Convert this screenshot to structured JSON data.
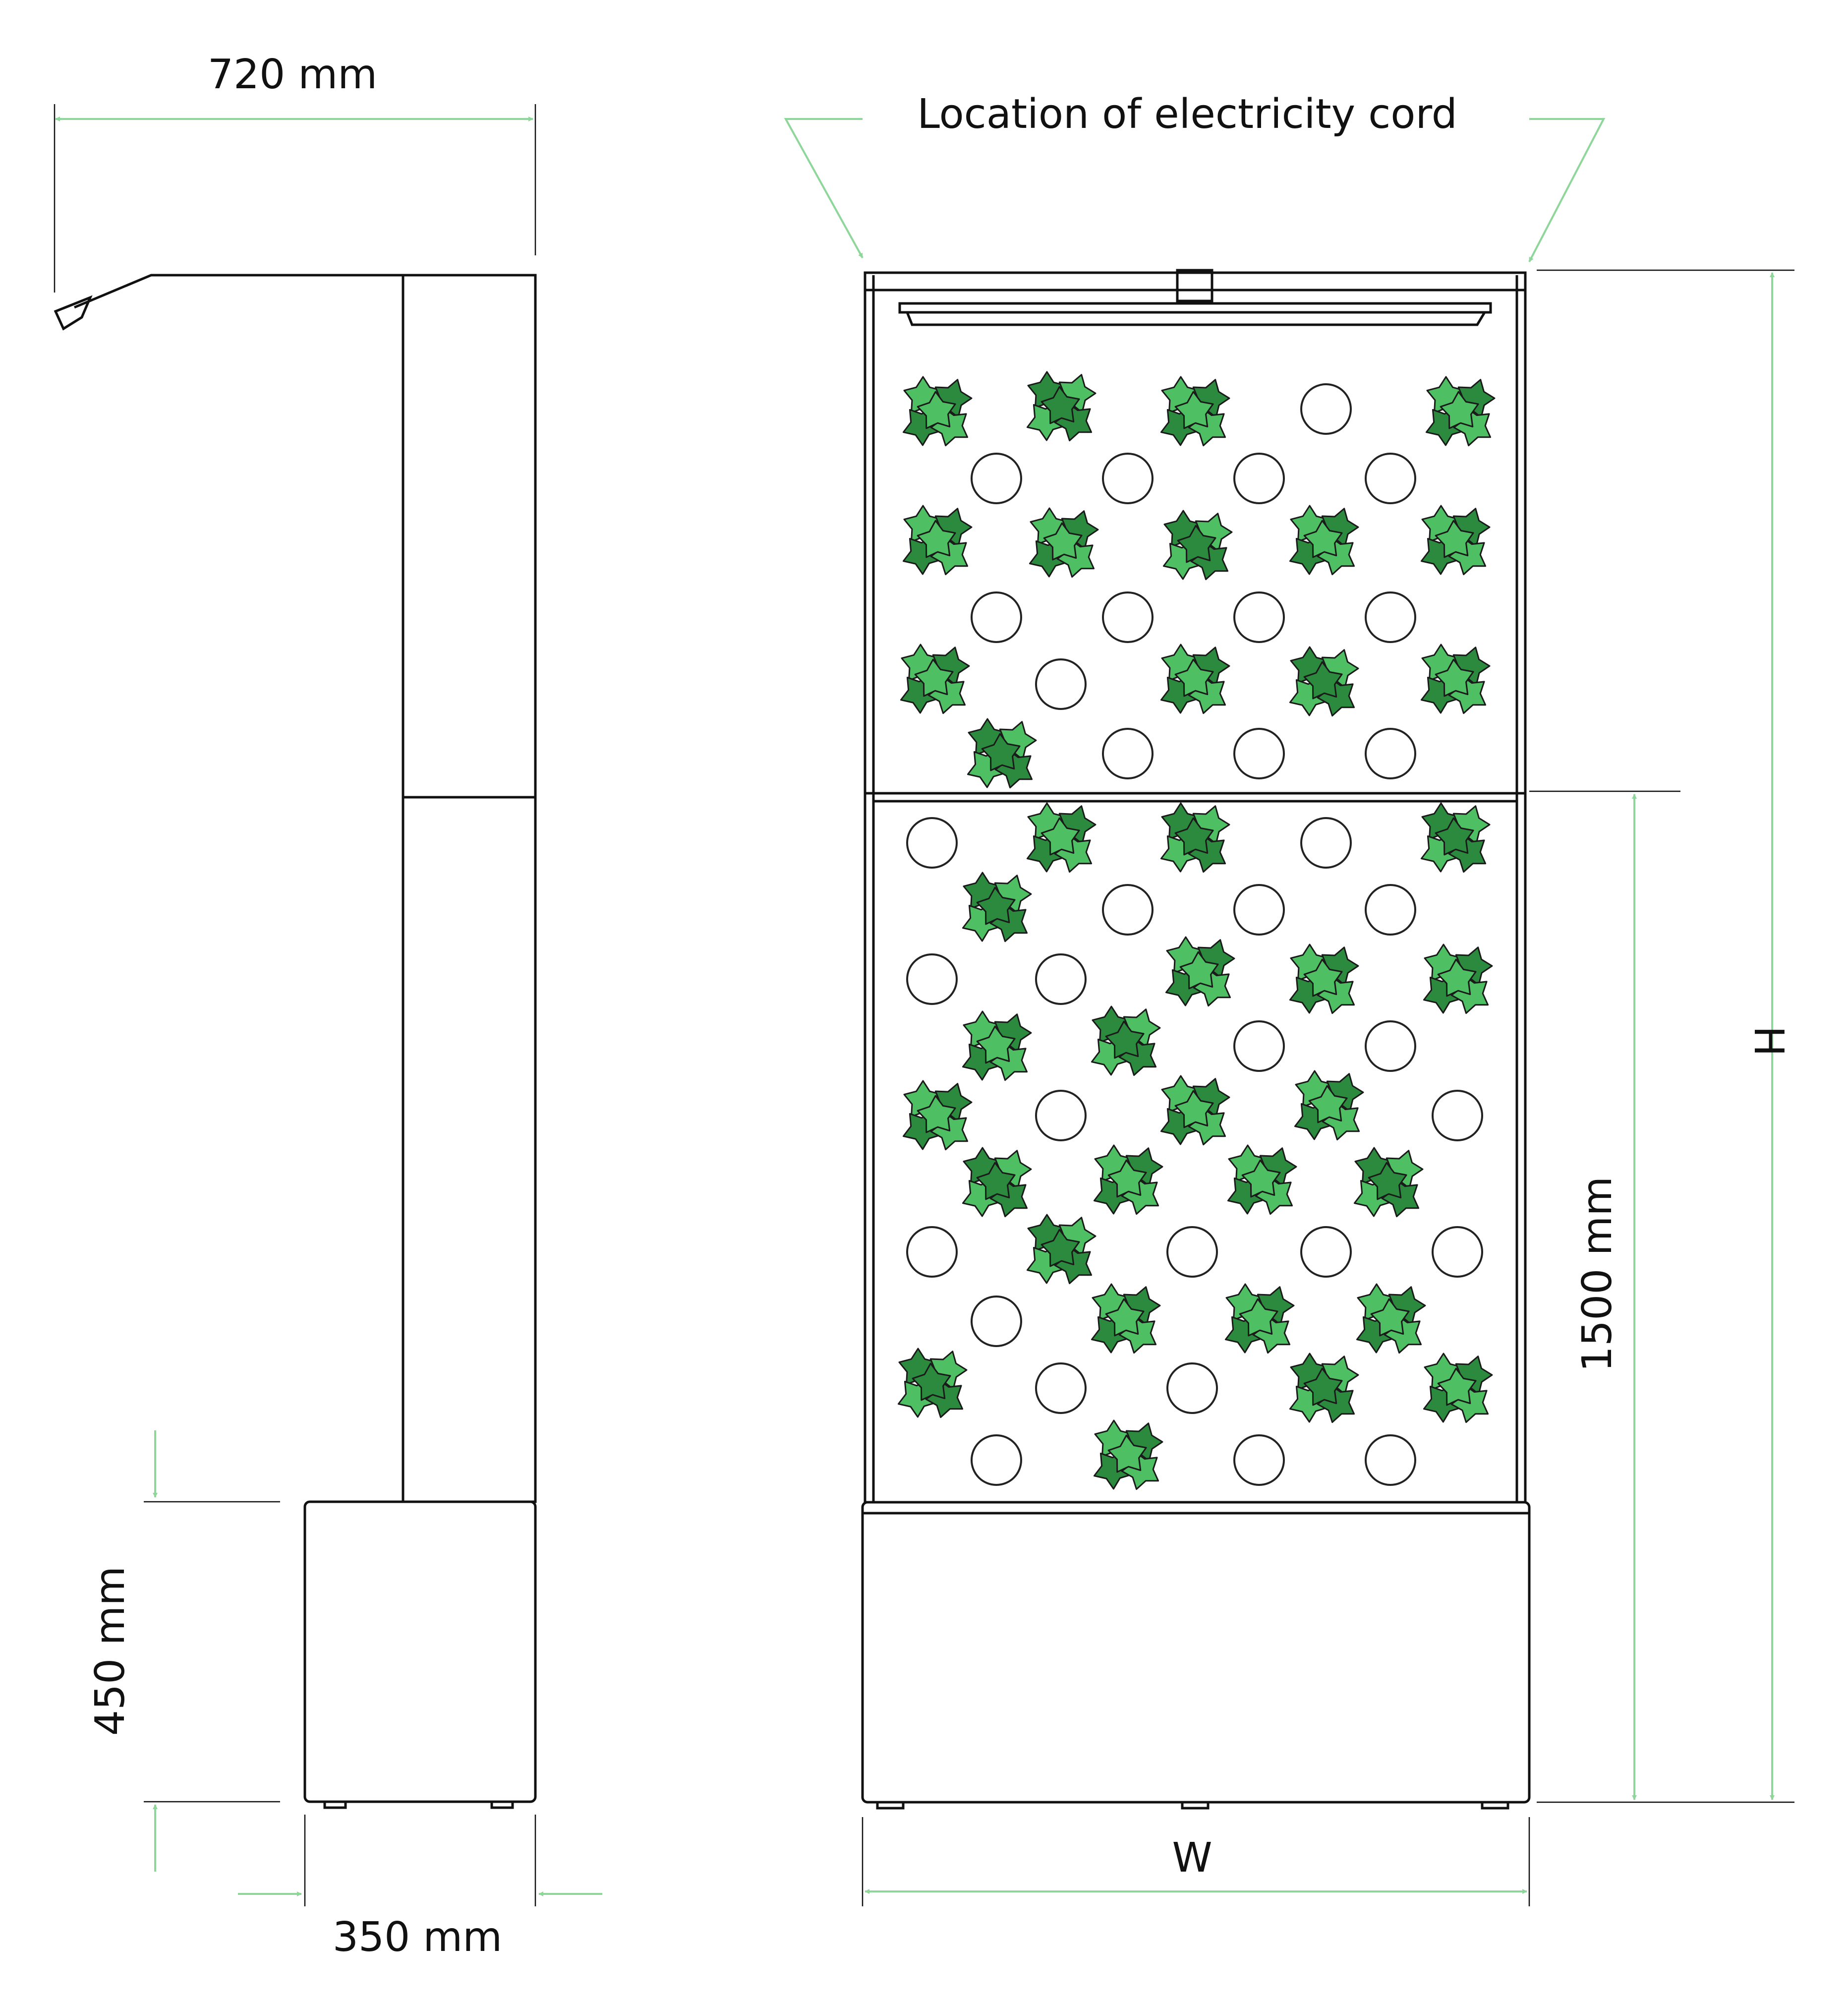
{
  "labels": {
    "top_width": "720 mm",
    "cord_location": "Location of electricity cord",
    "height": "H",
    "panel_height": "1500 mm",
    "base_height": "450 mm",
    "depth": "350 mm",
    "width": "W"
  },
  "colors": {
    "dimension_line": "#8fd69a",
    "plant_light": "#4fbf63",
    "plant_dark": "#2b8a3e",
    "outline": "#111111"
  }
}
